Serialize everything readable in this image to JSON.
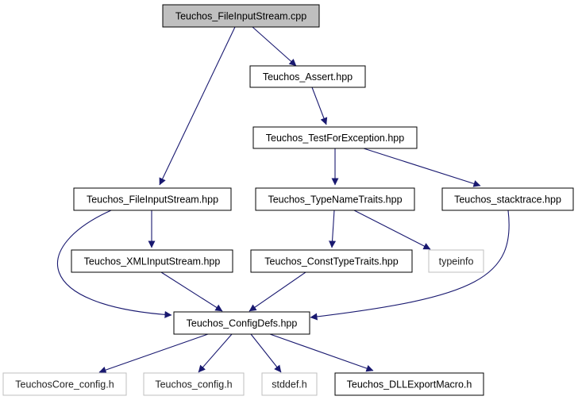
{
  "diagram": {
    "colors": {
      "root_fill": "#bfbfbf",
      "node_fill": "#ffffff",
      "node_border": "#000000",
      "external_border": "#bfbfbf",
      "edge": "#191970"
    },
    "nodes": [
      {
        "id": "n_root",
        "label": "Teuchos_FileInputStream.cpp",
        "kind": "root"
      },
      {
        "id": "n_assert",
        "label": "Teuchos_Assert.hpp",
        "kind": "header"
      },
      {
        "id": "n_testexc",
        "label": "Teuchos_TestForException.hpp",
        "kind": "header"
      },
      {
        "id": "n_fis",
        "label": "Teuchos_FileInputStream.hpp",
        "kind": "header"
      },
      {
        "id": "n_tnt",
        "label": "Teuchos_TypeNameTraits.hpp",
        "kind": "header"
      },
      {
        "id": "n_stack",
        "label": "Teuchos_stacktrace.hpp",
        "kind": "header"
      },
      {
        "id": "n_xml",
        "label": "Teuchos_XMLInputStream.hpp",
        "kind": "header"
      },
      {
        "id": "n_ctt",
        "label": "Teuchos_ConstTypeTraits.hpp",
        "kind": "header"
      },
      {
        "id": "n_typeinfo",
        "label": "typeinfo",
        "kind": "external"
      },
      {
        "id": "n_config_defs",
        "label": "Teuchos_ConfigDefs.hpp",
        "kind": "header"
      },
      {
        "id": "n_core_config",
        "label": "TeuchosCore_config.h",
        "kind": "external"
      },
      {
        "id": "n_config",
        "label": "Teuchos_config.h",
        "kind": "external"
      },
      {
        "id": "n_stddef",
        "label": "stddef.h",
        "kind": "external"
      },
      {
        "id": "n_dll",
        "label": "Teuchos_DLLExportMacro.h",
        "kind": "header"
      }
    ],
    "edges": [
      {
        "from": "n_root",
        "to": "n_assert"
      },
      {
        "from": "n_root",
        "to": "n_fis"
      },
      {
        "from": "n_assert",
        "to": "n_testexc"
      },
      {
        "from": "n_testexc",
        "to": "n_tnt"
      },
      {
        "from": "n_testexc",
        "to": "n_stack"
      },
      {
        "from": "n_fis",
        "to": "n_xml"
      },
      {
        "from": "n_fis",
        "to": "n_config_defs"
      },
      {
        "from": "n_tnt",
        "to": "n_ctt"
      },
      {
        "from": "n_tnt",
        "to": "n_typeinfo"
      },
      {
        "from": "n_stack",
        "to": "n_config_defs"
      },
      {
        "from": "n_xml",
        "to": "n_config_defs"
      },
      {
        "from": "n_ctt",
        "to": "n_config_defs"
      },
      {
        "from": "n_config_defs",
        "to": "n_core_config"
      },
      {
        "from": "n_config_defs",
        "to": "n_config"
      },
      {
        "from": "n_config_defs",
        "to": "n_stddef"
      },
      {
        "from": "n_config_defs",
        "to": "n_dll"
      }
    ]
  }
}
